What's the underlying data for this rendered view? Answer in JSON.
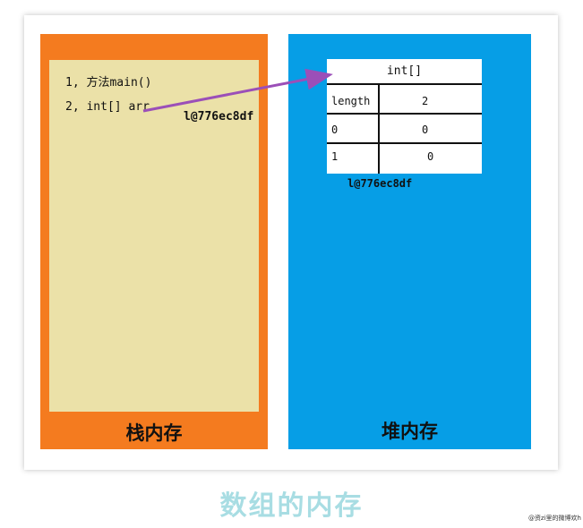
{
  "stack": {
    "lines": [
      "1, 方法main()",
      "2, int[] arr"
    ],
    "address": "l@776ec8df",
    "label": "栈内存"
  },
  "heap": {
    "table_title": "int[]",
    "rows": [
      {
        "key": "length",
        "value": "2"
      },
      {
        "key": "0",
        "value": "0"
      },
      {
        "key": "1",
        "value": "0"
      }
    ],
    "address": "l@776ec8df",
    "label": "堆内存"
  },
  "credit": "@资zi里的微博欢h",
  "caption": "数组的内存",
  "colors": {
    "stack_bg": "#f47b1f",
    "stack_inner": "#ebe1a8",
    "heap_bg": "#069ee6",
    "arrow": "#9b4fb8",
    "caption": "#a8dde3"
  }
}
